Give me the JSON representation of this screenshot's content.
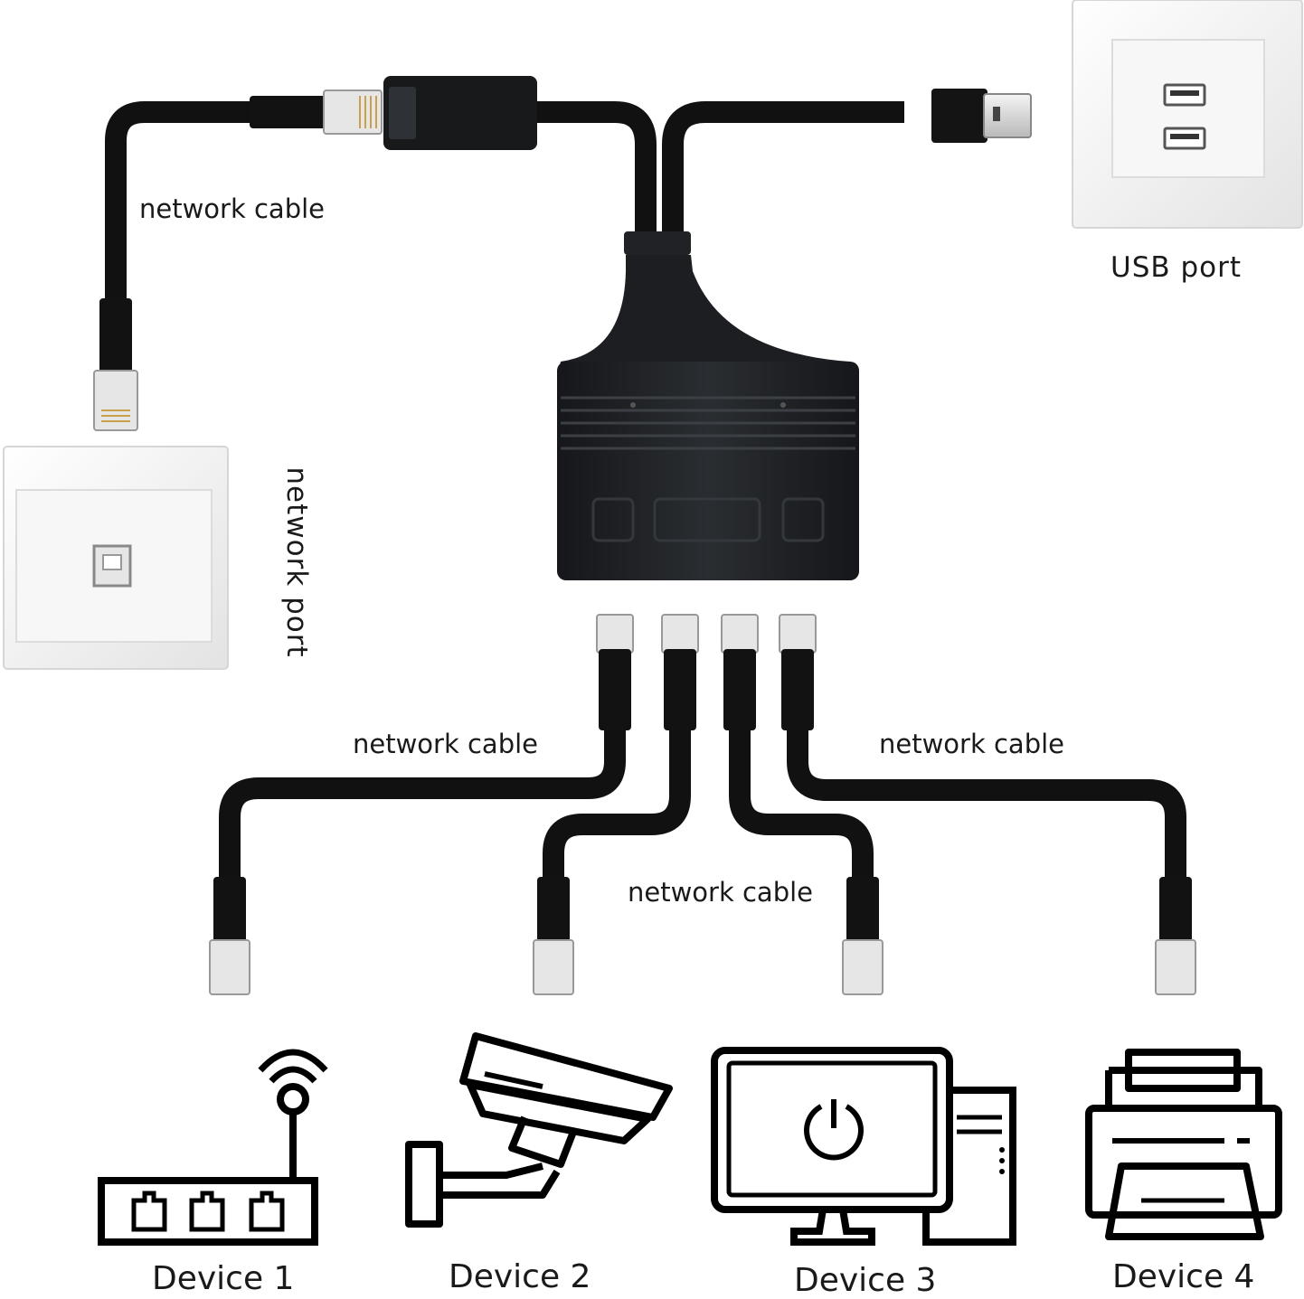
{
  "labels": {
    "network_cable_top": "network cable",
    "network_port": "network port",
    "usb_port": "USB port",
    "network_cable_left": "network cable",
    "network_cable_right": "network cable",
    "network_cable_center": "network cable"
  },
  "devices": [
    {
      "label": "Device 1",
      "icon": "router-icon"
    },
    {
      "label": "Device 2",
      "icon": "security-camera-icon"
    },
    {
      "label": "Device 3",
      "icon": "desktop-computer-icon"
    },
    {
      "label": "Device 4",
      "icon": "printer-icon"
    }
  ],
  "colors": {
    "cable": "#111111",
    "splitter_body": "#1b1d20",
    "wall_plate": "#f2f2f2",
    "icon_stroke": "#000000"
  }
}
